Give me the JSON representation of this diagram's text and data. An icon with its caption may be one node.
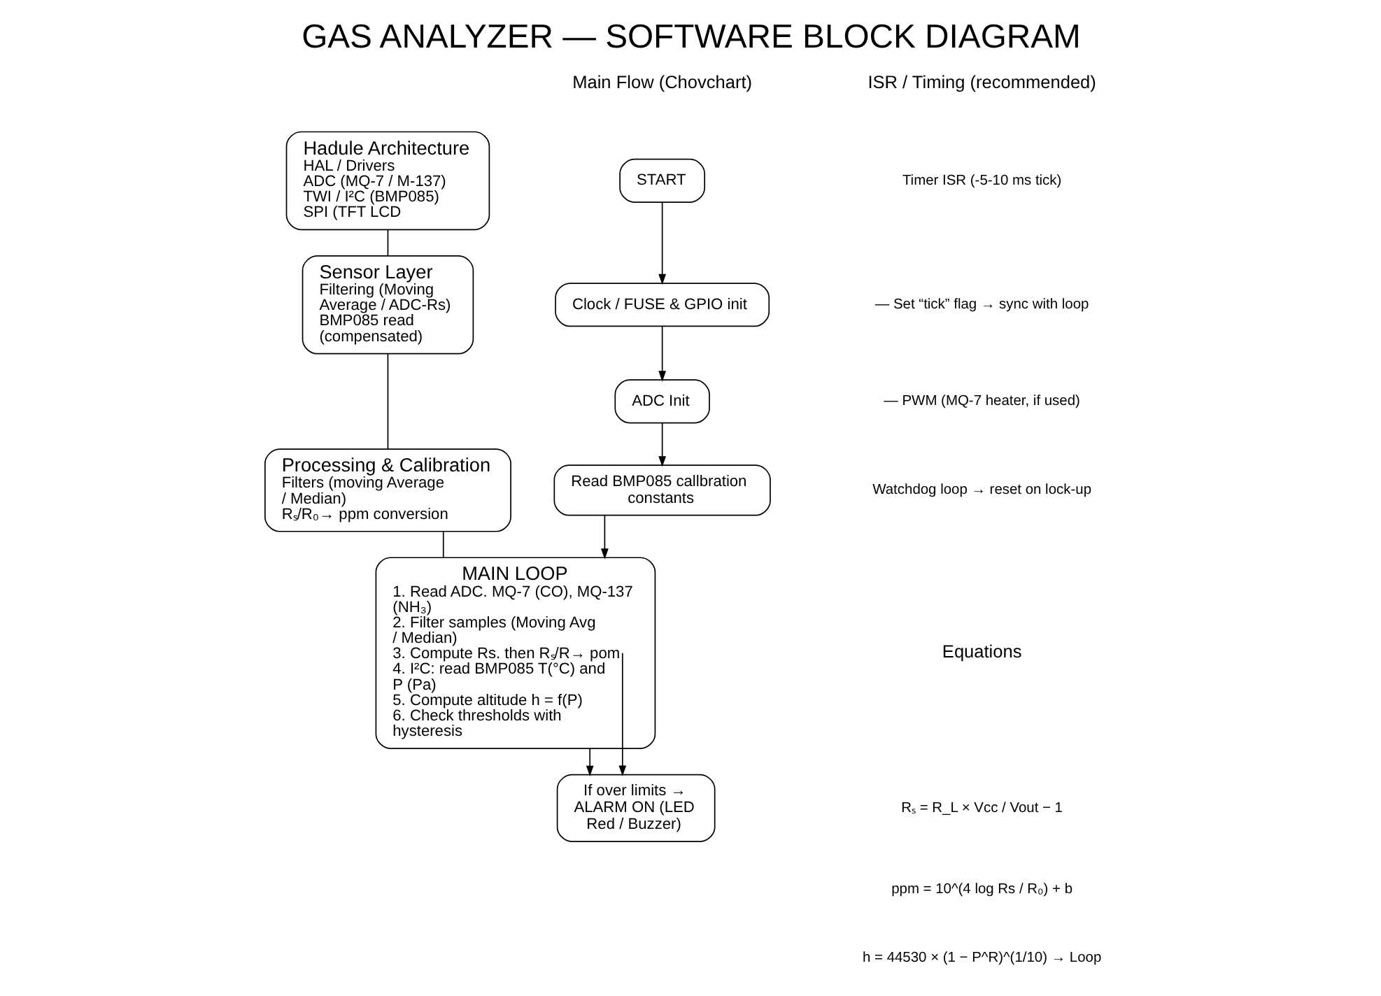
{
  "diagram": {
    "title": "GAS ANALYZER — SOFTWARE BLOCK DIAGRAM",
    "nodes": [
      {
        "text": [
          "Hadule Architecture",
          "HAL / Drivers",
          "ADC (MQ-7 / M-137)",
          "TWI / I²C (BMP085)",
          "SPI (TFT LCD"
        ]
      },
      {
        "text": [
          "Sensor Layer",
          "Filtering (Moving Average / ADC-Rs)",
          "BMP085 read (compensated)"
        ]
      },
      {
        "text": [
          "Processing & Calibration",
          "Filters (moving Average / Median)",
          "Rₛ/R₀→ ppm conversion"
        ]
      },
      {
        "text": [
          "START"
        ]
      },
      {
        "text": [
          "Clock / FUSE & GPIO init"
        ]
      },
      {
        "text": [
          "ADC Init"
        ]
      },
      {
        "text": [
          "Read BMP085 callbration constants"
        ]
      },
      {
        "text": [
          "MAIN LOOP",
          "1. Read ADC. MQ-7 (CO), MQ-137 (NH₃)",
          "2. Filter samples (Moving Avg / Median)",
          "3. Compute Rs. then Rₛ/R→ pom",
          "4. I²C: read BMP085 T(°C) and P (Pa)",
          "5. Compute altitude h = f(P)",
          "6. Check thresholds with hysteresis"
        ]
      },
      {
        "text": [
          "If over limits → ALARM ON (LED Red / Buzzer)"
        ]
      }
    ],
    "edges": [
      {
        "from": 0,
        "to": 1,
        "arrow": "none"
      },
      {
        "from": 1,
        "to": 2,
        "arrow": "none"
      },
      {
        "from": 2,
        "to": 7,
        "arrow": "none"
      },
      {
        "from": 3,
        "to": 4,
        "arrow": "to"
      },
      {
        "from": 4,
        "to": 5,
        "arrow": "to"
      },
      {
        "from": 5,
        "to": 6,
        "arrow": "to"
      },
      {
        "from": 6,
        "to": 7,
        "arrow": "to"
      },
      {
        "from": 7,
        "to": 8,
        "arrow": "to"
      },
      {
        "from": 7,
        "to": 8,
        "arrow": "to"
      }
    ],
    "labels": [
      "Main Flow (Chovchart)",
      "ISR / Timing (recommended)",
      "Timer ISR (-5-10 ms tick)",
      "— Set “tick” flag → sync with loop",
      "— PWM (MQ-7 heater, if used)",
      "Watchdog loop → reset on lock-up",
      "Equations",
      "Rₛ = R_L × Vcc / Vout − 1",
      "ppm = 10^(4 log Rs / R₀) + b",
      "h = 44530 × (1 − P^R)^(1/10) → Loop"
    ]
  }
}
